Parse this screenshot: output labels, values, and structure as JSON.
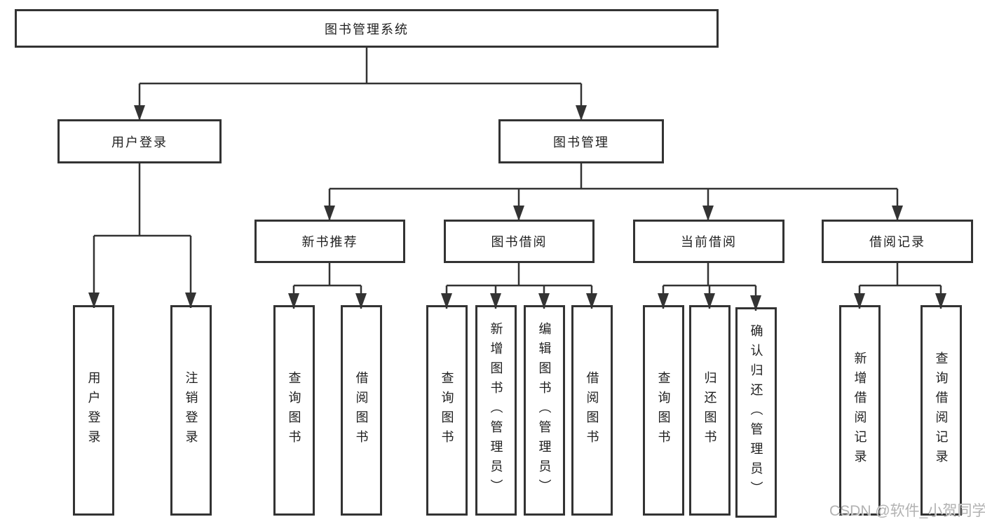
{
  "diagram": {
    "root": {
      "label": "图书管理系统"
    },
    "branches": [
      {
        "label": "用户登录",
        "children": [
          {
            "label": "用户登录"
          },
          {
            "label": "注销登录"
          }
        ]
      },
      {
        "label": "图书管理",
        "groups": [
          {
            "label": "新书推荐",
            "children": [
              {
                "label": "查询图书"
              },
              {
                "label": "借阅图书"
              }
            ]
          },
          {
            "label": "图书借阅",
            "children": [
              {
                "label": "查询图书"
              },
              {
                "label": "新增图书（管理员）"
              },
              {
                "label": "编辑图书（管理员）"
              },
              {
                "label": "借阅图书"
              }
            ]
          },
          {
            "label": "当前借阅",
            "children": [
              {
                "label": "查询图书"
              },
              {
                "label": "归还图书"
              },
              {
                "label": "确认归还（管理员）"
              }
            ]
          },
          {
            "label": "借阅记录",
            "children": [
              {
                "label": "新增借阅记录"
              },
              {
                "label": "查询借阅记录"
              }
            ]
          }
        ]
      }
    ]
  },
  "watermark": {
    "text": "CSDN @软件_小贺同学"
  },
  "colors": {
    "line": "#333333",
    "box_border": "#333333",
    "text": "#1f1f1f",
    "background": "#ffffff",
    "watermark": "#b2b2b2"
  }
}
